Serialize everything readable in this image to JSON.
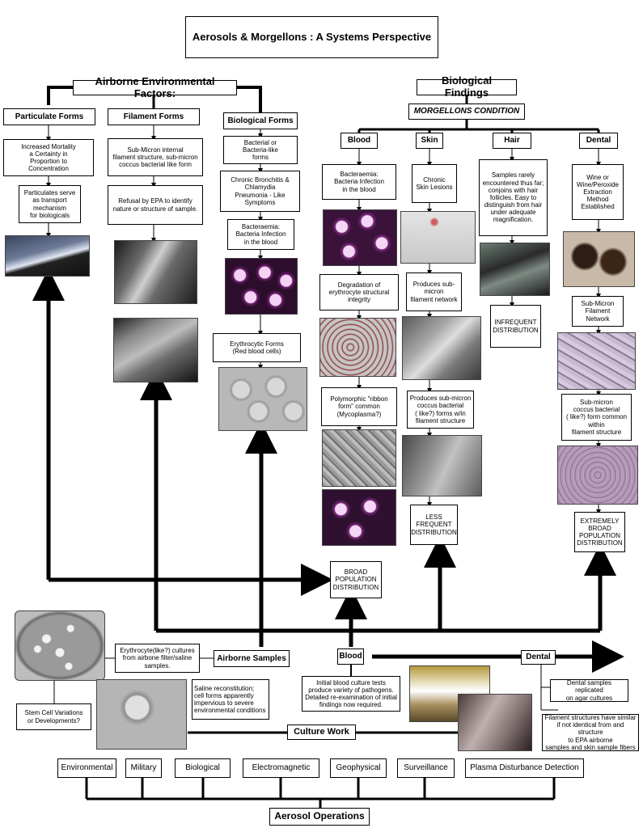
{
  "title": "Aerosols & Morgellons : A Systems Perspective",
  "airborne": {
    "header": "Airborne Environmental Factors:",
    "particulate": {
      "header": "Particulate Forms",
      "boxes": [
        "Increased Mortality\na Certainty in\nProportion to\nConcentration",
        "Particulates serve\nas transport\nmechanism\nfor biologicals"
      ]
    },
    "filament": {
      "header": "Filament Forms",
      "boxes": [
        "Sub-Micron internal\nfilament structure, sub-micron\ncoccus bacterial like form",
        "Refusal by EPA to identify\nnature or structure of sample."
      ]
    },
    "biological": {
      "header": "Biological Forms",
      "boxes": [
        "Bacterial or\nBacteria-like\nforms",
        "Chronic Bronchitis &\nChlamydia\nPneumonia - Like\nSymptoms",
        "Bacteraemia:\nBacteria Infection\nin the blood",
        "Erythrocytic Forms\n(Red blood cells)"
      ]
    }
  },
  "biological_findings": {
    "header": "Biological Findings",
    "condition": "MORGELLONS CONDITION",
    "blood": {
      "header": "Blood",
      "boxes": [
        "Bacteraemia:\nBacteria Infection\nin the blood",
        "Degradation of\nerythrocyte structural\nintegrity",
        "Polymorphic \"ribbon\nform\" common\n(Mycoplasma?)"
      ],
      "distribution": "BROAD\nPOPULATION\nDISTRIBUTION"
    },
    "skin": {
      "header": "Skin",
      "boxes": [
        "Chronic\nSkin Lesions",
        "Produces sub-micron\nfilament network",
        "Produces sub-micron\ncoccus bacterial\n( like?) forms w/in\nfilament structure"
      ],
      "distribution": "LESS\nFREQUENT\nDISTRIBUTION"
    },
    "hair": {
      "header": "Hair",
      "boxes": [
        "Samples rarely\nencountered thus far;\nconjoins with hair\nfollicles.  Easy to\ndistinguish from hair\nunder adequate\nmagnification."
      ],
      "distribution": "INFREQUENT\nDISTRIBUTION"
    },
    "dental": {
      "header": "Dental",
      "boxes": [
        "Wine or\nWine/Peroxide\nExtraction\nMethod\nEstablished",
        "Sub-Micron\nFilament\nNetwork",
        "Sub-micron\ncoccus bacterial\n( like?) form common\nwithin\nfilament structure"
      ],
      "distribution": "EXTREMELY\nBROAD\nPOPULATION\nDISTRIBUTION"
    }
  },
  "culture": {
    "airborne_samples": "Airborne Samples",
    "blood": "Blood",
    "dental": "Dental",
    "erythrocyte_cultures": "Erythrocyte(like?) cultures\nfrom airbone filter/saline\nsamples.",
    "stem_cell": "Stem Cell Variations\nor Developments?",
    "saline": "Saline reconstitution;\ncell forms apparently\nimpervious to severe\nenvironmental conditions",
    "blood_tests": "Initial blood culture tests\nproduce variety of pathogens.\nDetailed re-examination of initial\nfindings now required.",
    "dental_replicated": "Dental samples replicated\non agar cultures",
    "filament_similar": "Filament structures have similar\nif not identical from and structure\nto EPA airborne\nsamples and skin sample fibers",
    "culture_work": "Culture Work"
  },
  "operations": {
    "categories": [
      "Environmental",
      "Military",
      "Biological",
      "Electromagnetic",
      "Geophysical",
      "Surveillance",
      "Plasma Disturbance Detection"
    ],
    "header": "Aerosol Operations"
  },
  "colors": {
    "line": "#000000",
    "background": "#ffffff"
  }
}
